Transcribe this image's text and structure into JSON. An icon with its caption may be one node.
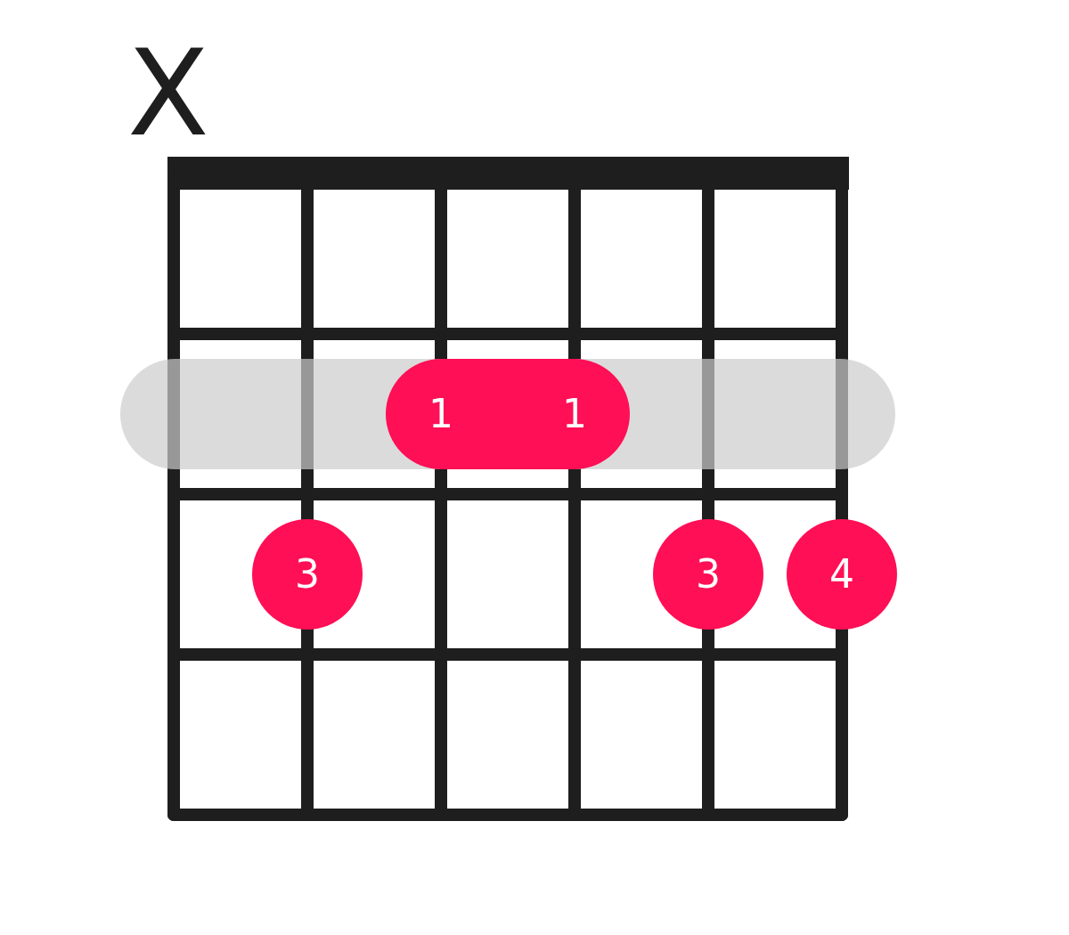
{
  "diagram": {
    "nodes": [
      {
        "text": [
          "1",
          "1"
        ]
      },
      {
        "text": [
          "3"
        ]
      },
      {
        "text": [
          "3"
        ]
      },
      {
        "text": [
          "4"
        ]
      }
    ],
    "labels": [
      "X"
    ]
  }
}
